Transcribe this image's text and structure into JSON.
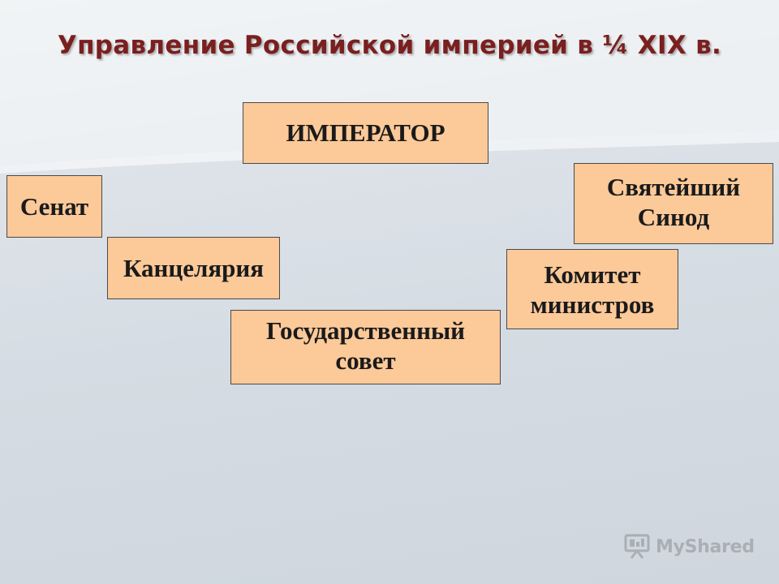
{
  "title": "Управление Российской империей в ¼ XIX в.",
  "boxes": {
    "emperor": "ИМПЕРАТОР",
    "senate": "Сенат",
    "chancery": "Канцелярия",
    "state_council": "Государственный\nсовет",
    "synod": "Святейший\nСинод",
    "committee": "Комитет\nминистров"
  },
  "colors": {
    "box_fill": "#fcc999",
    "title": "#7a1f1f"
  },
  "watermark": {
    "text": "MyShared",
    "icon": "projector-screen-icon"
  }
}
